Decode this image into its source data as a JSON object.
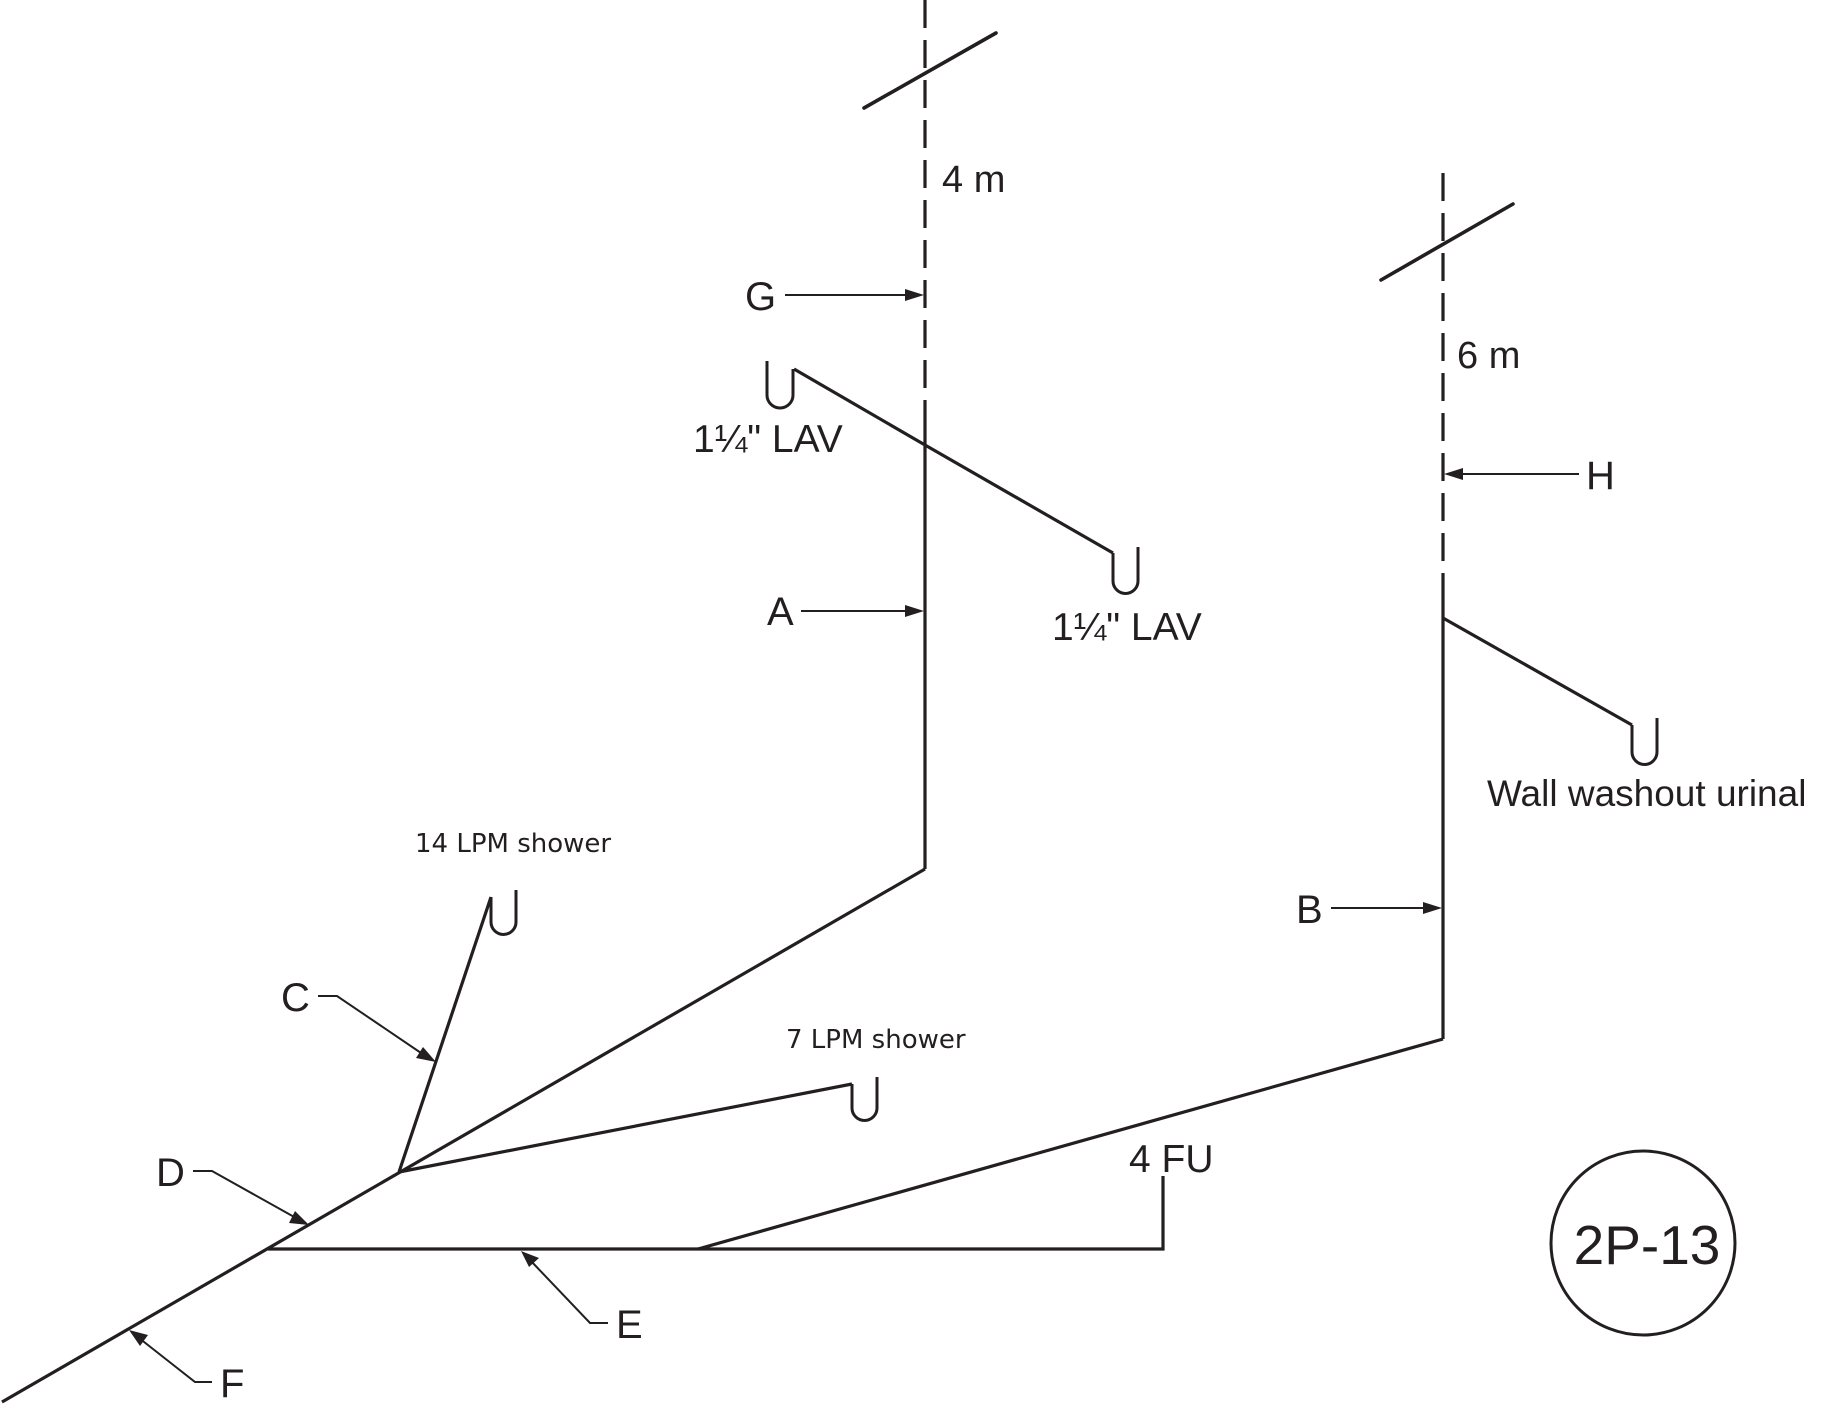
{
  "drawing": {
    "type": "isometric plumbing drainage/vent riser diagram",
    "sheet_id": "2P-13",
    "pipe_labels": {
      "A": "A",
      "B": "B",
      "C": "C",
      "D": "D",
      "E": "E",
      "F": "F",
      "G": "G",
      "H": "H"
    },
    "dimensions": {
      "left_stack_height": "4 m",
      "right_stack_height": "6 m"
    },
    "fixtures": {
      "lav_upper": "1¼\" LAV",
      "lav_lower": "1¼\" LAV",
      "urinal": "Wall washout urinal",
      "shower_14": "14 LPM shower",
      "shower_7": "7 LPM shower",
      "fixture_units": "4 FU"
    },
    "colors": {
      "ink": "#231f20",
      "background": "#ffffff"
    }
  }
}
